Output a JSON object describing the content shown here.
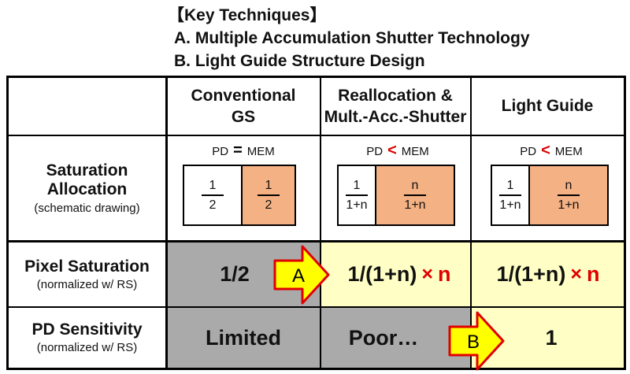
{
  "header": {
    "title": "【Key Techniques】",
    "item_a": "A.  Multiple Accumulation Shutter Technology",
    "item_b": "B.  Light Guide Structure Design"
  },
  "columns": {
    "conventional_line1": "Conventional",
    "conventional_line2": "GS",
    "realloc_line1": "Reallocation &",
    "realloc_line2": "Mult.-Acc.-Shutter",
    "lightguide": "Light Guide"
  },
  "rows": {
    "saturation_title_line1": "Saturation",
    "saturation_title_line2": "Allocation",
    "saturation_sub": "(schematic drawing)",
    "pixel_title": "Pixel Saturation",
    "pixel_sub": "(normalized w/ RS)",
    "pd_title": "PD Sensitivity",
    "pd_sub": "(normalized w/ RS)"
  },
  "allocation": {
    "pd_label": "PD",
    "mem_label": "MEM",
    "op_equal": "=",
    "op_less": "<",
    "conventional": {
      "pd_num": "1",
      "pd_den": "2",
      "mem_num": "1",
      "mem_den": "2"
    },
    "realloc": {
      "pd_num": "1",
      "pd_den": "1+n",
      "mem_num": "n",
      "mem_den": "1+n"
    },
    "lightguide": {
      "pd_num": "1",
      "pd_den": "1+n",
      "mem_num": "n",
      "mem_den": "1+n"
    }
  },
  "pixel_saturation": {
    "conventional": "1/2",
    "realloc_base": "1/(1+n)",
    "realloc_times": "×",
    "realloc_n": "n",
    "lightguide_base": "1/(1+n)",
    "lightguide_times": "×",
    "lightguide_n": "n"
  },
  "pd_sensitivity": {
    "conventional": "Limited",
    "realloc": "Poor…",
    "lightguide": "1"
  },
  "arrows": {
    "a_label": "A",
    "b_label": "B"
  },
  "colors": {
    "gray_fill": "#aaaaaa",
    "yellow_fill": "#ffffc5",
    "mem_fill": "#f4b183",
    "accent_red": "#e00000",
    "arrow_fill": "#ffff00"
  }
}
